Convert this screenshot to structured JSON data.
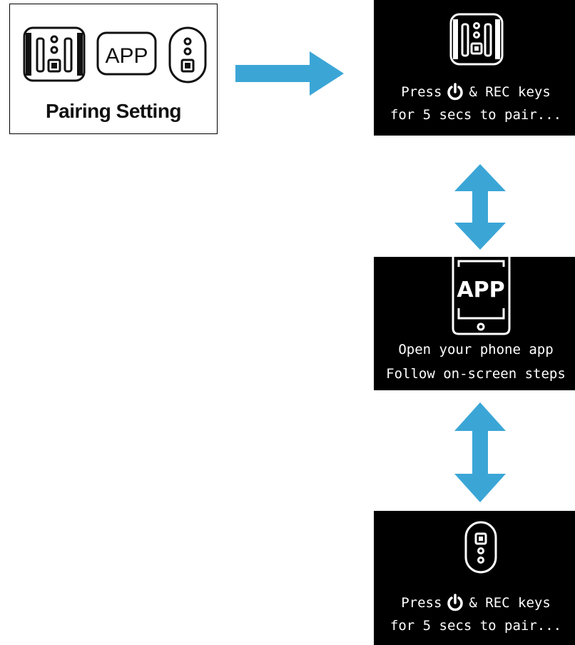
{
  "menu": {
    "label": "Pairing Setting",
    "icons": [
      "dual-remote-icon",
      "app-icon",
      "single-remote-icon"
    ],
    "app_icon_text": "APP"
  },
  "screens": [
    {
      "icon": "dual-remote-icon",
      "press_word": "Press",
      "press_rest": "& REC keys",
      "line2": "for 5 secs to pair..."
    },
    {
      "icon": "phone-app-icon",
      "app_text": "APP",
      "line1": "Open your phone app",
      "line2": "Follow on-screen steps"
    },
    {
      "icon": "single-remote-icon",
      "press_word": "Press",
      "press_rest": "& REC keys",
      "line2": "for 5 secs to pair..."
    }
  ],
  "colors": {
    "arrow": "#3BA6D6",
    "screen_bg": "#000000",
    "screen_text": "#FFFFFF"
  }
}
